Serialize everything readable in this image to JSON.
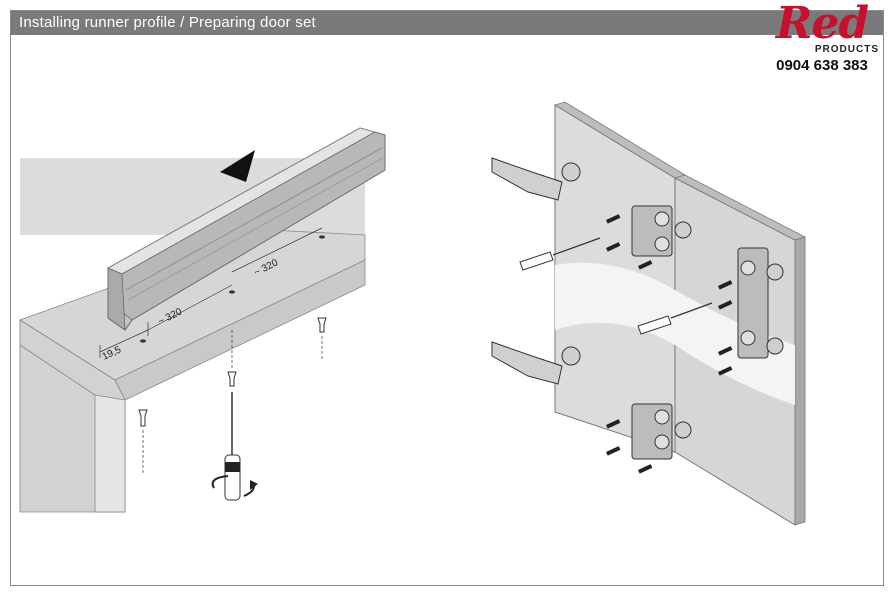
{
  "header": {
    "title": "Installing runner profile / Preparing door set"
  },
  "logo": {
    "word": "Red",
    "sub": "PRODUCTS",
    "phone": "0904 638 383"
  },
  "dimensions": {
    "edge_offset": "19,5",
    "spacing_1": "~ 320",
    "spacing_2": "~ 320"
  },
  "colors": {
    "title_bar": "#7a7a7a",
    "logo_red": "#c8102e",
    "panel": "#d8d8d8",
    "profile": "#c4c4c4"
  }
}
